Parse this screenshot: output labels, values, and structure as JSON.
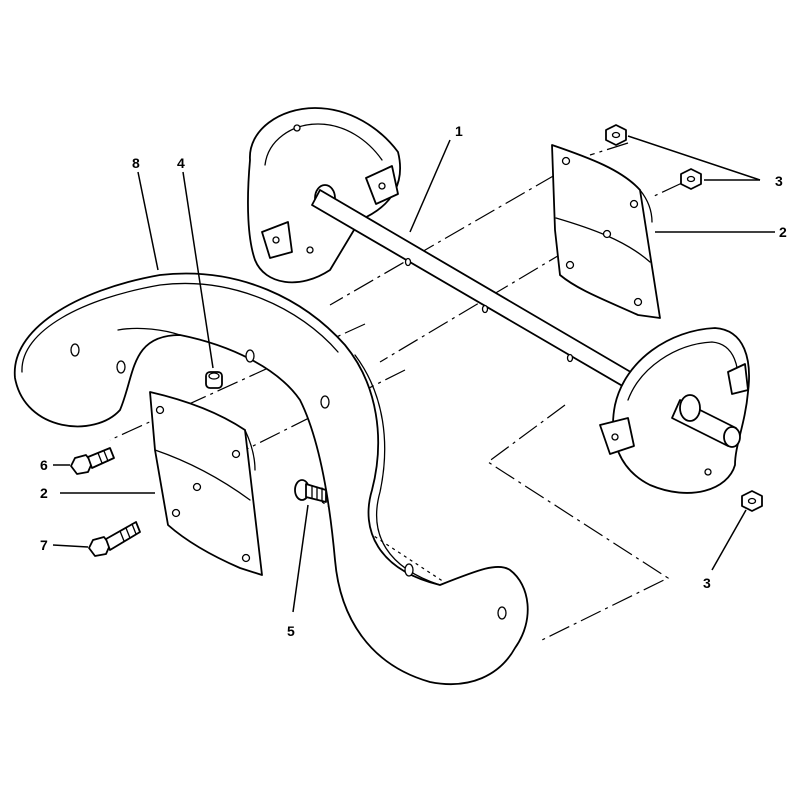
{
  "diagram": {
    "type": "exploded-parts-view",
    "callouts": [
      {
        "id": "c1",
        "label": "1",
        "part": "impeller-shaft"
      },
      {
        "id": "c2-right",
        "label": "2",
        "part": "paddle-right"
      },
      {
        "id": "c2-left",
        "label": "2",
        "part": "paddle-left"
      },
      {
        "id": "c3-top",
        "label": "3",
        "part": "nuts-upper"
      },
      {
        "id": "c3-bottom",
        "label": "3",
        "part": "nut-lower"
      },
      {
        "id": "c4",
        "label": "4",
        "part": "spacer"
      },
      {
        "id": "c5",
        "label": "5",
        "part": "carriage-bolt"
      },
      {
        "id": "c6",
        "label": "6",
        "part": "hex-bolt-short"
      },
      {
        "id": "c7",
        "label": "7",
        "part": "hex-bolt-long"
      },
      {
        "id": "c8",
        "label": "8",
        "part": "auger-flight"
      }
    ]
  }
}
